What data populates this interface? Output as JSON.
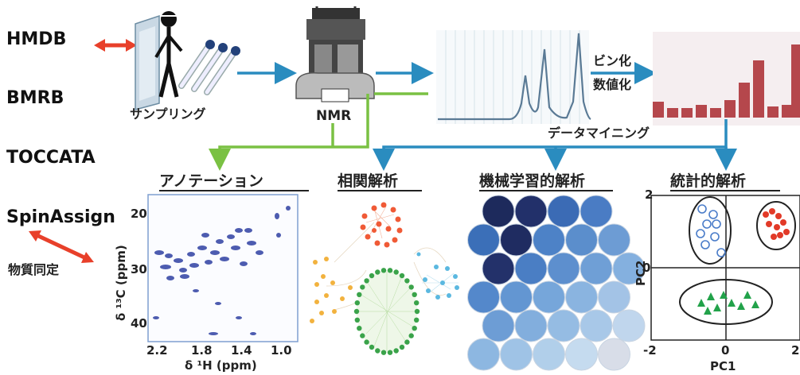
{
  "databases": {
    "hmdb": "HMDB",
    "bmrb": "BMRB",
    "toccata": "TOCCATA",
    "spinassign": "SpinAssign",
    "identification": "物質同定"
  },
  "pipeline": {
    "sampling": "サンプリング",
    "nmr": "NMR",
    "binning": "ビン化",
    "digitize": "数値化",
    "data_mining": "データマイニング"
  },
  "panels": {
    "annotation": "アノテーション",
    "correlation": "相関解析",
    "machine_learning": "機械学習的解析",
    "statistics": "統計的解析"
  },
  "nmr_axes": {
    "y_label": "δ ¹³C (ppm)",
    "x_label": "δ ¹H (ppm)",
    "y_ticks": [
      "20",
      "30",
      "40"
    ],
    "x_ticks": [
      "2.2",
      "1.8",
      "1.4",
      "1.0"
    ]
  },
  "pca": {
    "x_label": "PC1",
    "y_label": "PC2",
    "y_tick_top": "2",
    "y_tick_mid": "0",
    "x_tick_left": "-2",
    "x_tick_mid": "0",
    "x_tick_right": "2"
  },
  "colors": {
    "blue_arrow": "#2a8cbf",
    "green_arrow": "#7ac143",
    "red_arrow": "#e8402a",
    "bar_red": "#b5474c",
    "spectrum": "#5a7a95"
  }
}
